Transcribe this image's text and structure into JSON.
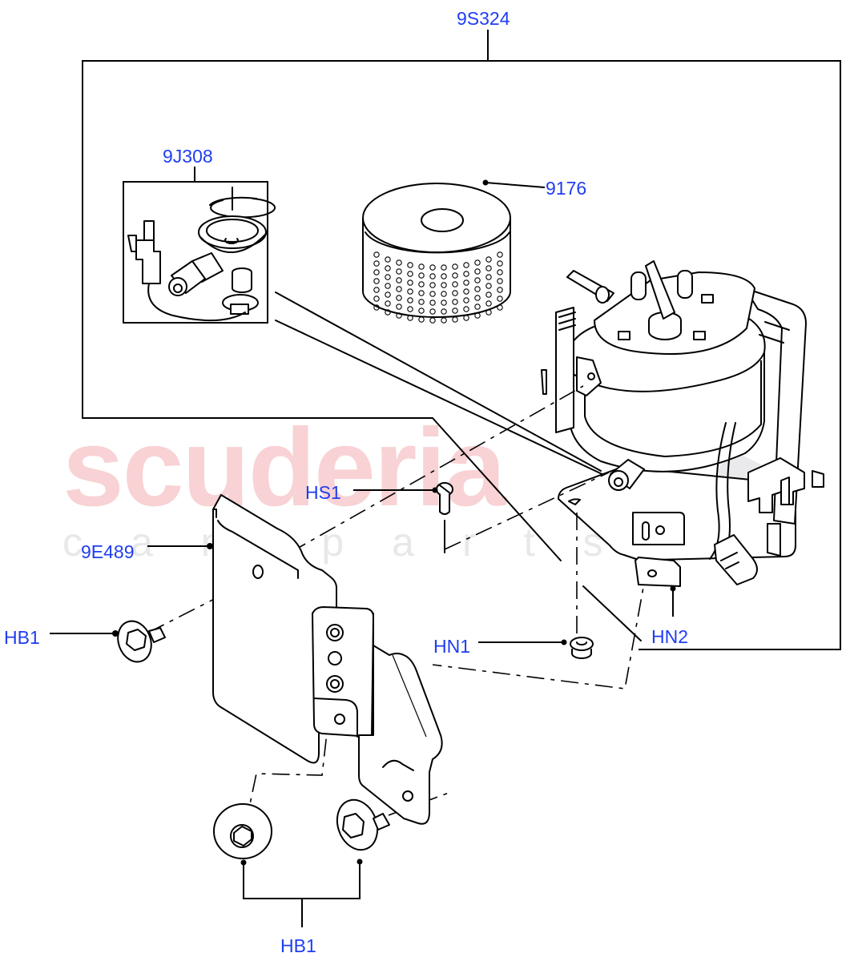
{
  "diagram": {
    "type": "exploded-parts-diagram",
    "subject": "Fuel filter assembly with mounting bracket"
  },
  "watermark": {
    "brand": "scuderia",
    "tagline": "car parts",
    "brand_color": "#f8d2d4",
    "tagline_color": "#e8e8ea"
  },
  "colors": {
    "callout_text": "#1f3df0",
    "line_art": "#000000",
    "background": "#ffffff"
  },
  "callouts": [
    {
      "id": "9S324",
      "label": "9S324",
      "part": "fuel filter assembly (boxed group)"
    },
    {
      "id": "9J308",
      "label": "9J308",
      "part": "water-in-fuel sensor kit"
    },
    {
      "id": "9176",
      "label": "9176",
      "part": "filter element"
    },
    {
      "id": "HS1",
      "label": "HS1",
      "part": "stud"
    },
    {
      "id": "9E489",
      "label": "9E489",
      "part": "mounting bracket"
    },
    {
      "id": "HB1a",
      "label": "HB1",
      "part": "flange bolt"
    },
    {
      "id": "HN1",
      "label": "HN1",
      "part": "flange nut"
    },
    {
      "id": "HN2",
      "label": "HN2",
      "part": "clip nut"
    },
    {
      "id": "HB1b",
      "label": "HB1",
      "part": "flange bolts (x2)"
    }
  ]
}
